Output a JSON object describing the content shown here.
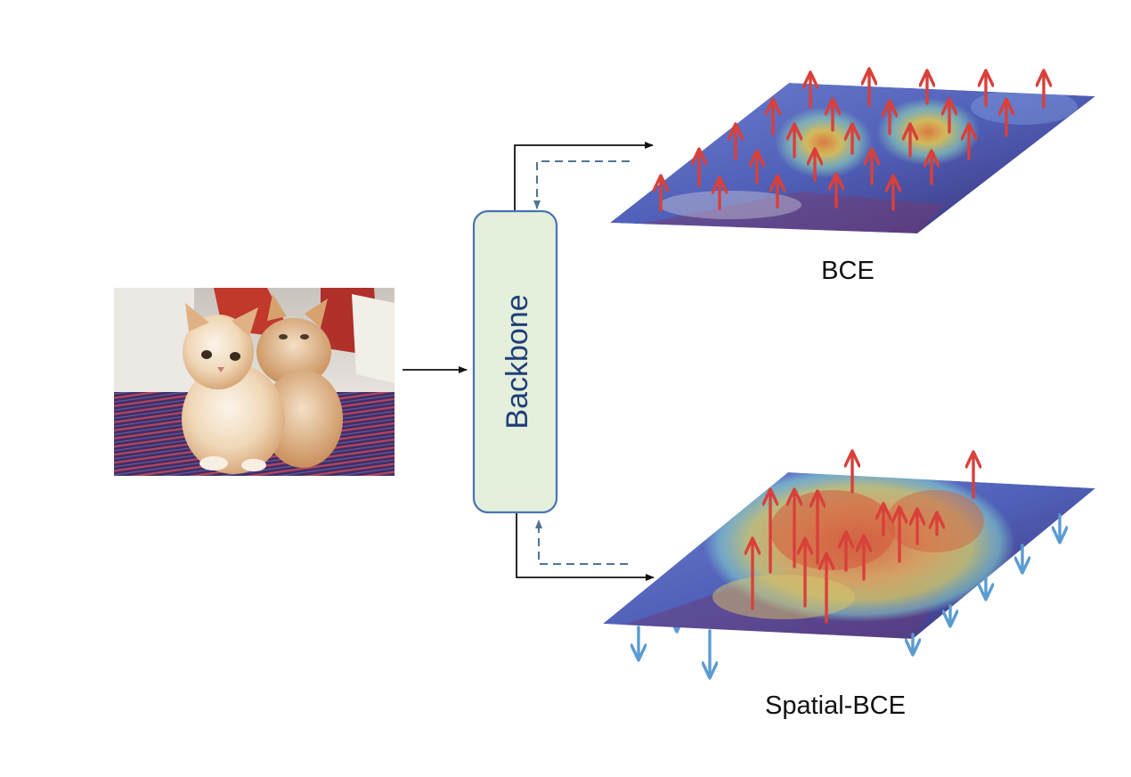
{
  "backbone": {
    "label": "Backbone"
  },
  "outputs": {
    "bce": {
      "label": "BCE"
    },
    "spatial_bce": {
      "label": "Spatial-BCE"
    }
  },
  "colors": {
    "backbone_fill": "#e4efdc",
    "backbone_stroke": "#4a73b5",
    "arrow_up": "#d9403a",
    "arrow_down": "#5b9bd1",
    "dashed_feedback": "#4f7496",
    "flow_arrow": "#111111"
  },
  "icons": {
    "input_image": "kitten-photo-icon",
    "bce_map": "activation-heatmap-icon",
    "spatial_map": "spatial-heatmap-icon"
  }
}
